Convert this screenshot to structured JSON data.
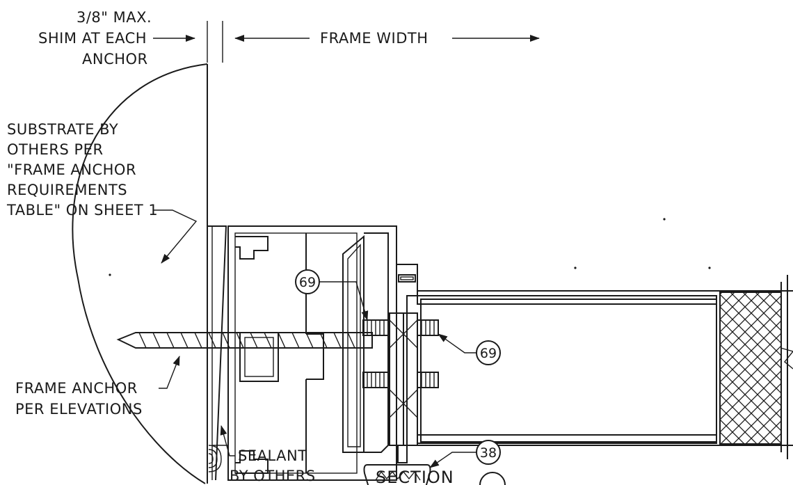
{
  "labels": {
    "shim_line1": "3/8\" MAX.",
    "shim_line2": "SHIM AT EACH",
    "shim_line3": "ANCHOR",
    "frame_width": "FRAME WIDTH",
    "substrate_line1": "SUBSTRATE BY",
    "substrate_line2": "OTHERS PER",
    "substrate_line3": "\"FRAME ANCHOR",
    "substrate_line4": "REQUIREMENTS",
    "substrate_line5": "TABLE\" ON SHEET 1",
    "anchor_line1": "FRAME ANCHOR",
    "anchor_line2": "PER ELEVATIONS",
    "sealant_line1": "SEALANT",
    "sealant_line2": "BY OTHERS",
    "section_title": "SECTION"
  },
  "callouts": {
    "upper_screw": "69",
    "lower_screw": "69",
    "gasket": "38"
  },
  "colors": {
    "ink": "#1a1a1a",
    "paper": "#ffffff"
  }
}
